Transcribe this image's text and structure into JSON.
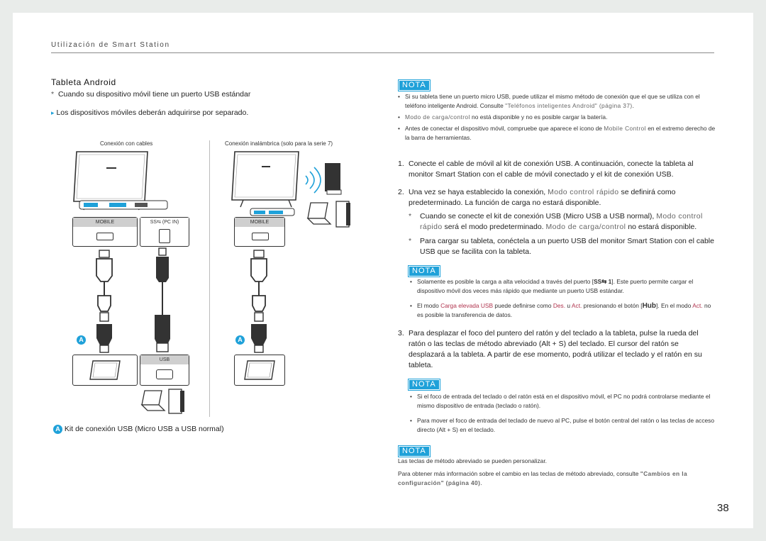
{
  "header": "Utilización de Smart Station",
  "page_number": "38",
  "left": {
    "title": "Tableta Android",
    "note_star": "Cuando su dispositivo móvil tiene un puerto USB estándar",
    "note_arrow": "Los dispositivos móviles deberán adquirirse por separado.",
    "wired_label": "Conexión con cables",
    "wireless_label": "Conexión inalámbrica (solo para la serie 7)",
    "port_mobile": "MOBILE",
    "port_pc_in": "PC IN",
    "port_usb": "USB",
    "badge_letter": "A",
    "legend": "Kit de conexión USB (Micro USB a USB normal)"
  },
  "right": {
    "nota_label": "NOTA",
    "nota1_b1_a": "Si su tableta tiene un puerto micro USB, puede utilizar el mismo método de conexión que el que se utiliza con el teléfono inteligente Android. Consulte ",
    "nota1_b1_ref": "\"Teléfonos inteligentes Android\" (página 37)",
    "nota1_b1_end": ".",
    "nota1_b2_a": "Modo de carga/control",
    "nota1_b2_b": " no está disponible y no es posible cargar la batería.",
    "nota1_b3_a": "Antes de conectar el dispositivo móvil, compruebe que aparece el icono de ",
    "nota1_b3_ref": "Mobile Control",
    "nota1_b3_b": " en el extremo derecho de la barra de herramientas.",
    "step1": "Conecte el cable de móvil al kit de conexión USB. A continuación, conecte la tableta al monitor Smart Station con el cable de móvil conectado y el kit de conexión USB.",
    "step2_a": "Una vez se haya establecido la conexión, ",
    "step2_ref": "Modo control rápido",
    "step2_b": " se definirá como predeterminado. La función de carga no estará disponible.",
    "step2_s1_a": "Cuando se conecte el kit de conexión USB (Micro USB a USB normal), ",
    "step2_s1_ref1": "Modo control rápido",
    "step2_s1_b": " será el modo predeterminado. ",
    "step2_s1_ref2": "Modo de carga/control",
    "step2_s1_c": " no estará disponible.",
    "step2_s2": "Para cargar su tableta, conéctela a un puerto USB del monitor Smart Station con el cable USB que se facilita con la tableta.",
    "nota2_b1_a": "Solamente es posible la carga a alta velocidad a través del puerto [",
    "nota2_b1_icon": "SS⇆ 1",
    "nota2_b1_b": "]. Este puerto permite cargar el dispositivo móvil dos veces más rápido que mediante un puerto USB estándar.",
    "nota2_b2_a": "El modo ",
    "nota2_b2_ref1": "Carga elevada USB",
    "nota2_b2_b": " puede definirse como ",
    "nota2_b2_ref2": "Des.",
    "nota2_b2_c": " u ",
    "nota2_b2_ref3": "Act.",
    "nota2_b2_d": " presionando el botón [",
    "nota2_b2_hub": "Hub",
    "nota2_b2_e": "]. En el modo ",
    "nota2_b2_ref4": "Act.",
    "nota2_b2_f": " no es posible la transferencia de datos.",
    "step3": "Para desplazar el foco del puntero del ratón y del teclado a la tableta, pulse la rueda del ratón o las teclas de método abreviado (Alt + S) del teclado. El cursor del ratón se desplazará a la tableta. A partir de ese momento, podrá utilizar el teclado y el ratón en su tableta.",
    "nota3_b1": "Si el foco de entrada del teclado o del ratón está en el dispositivo móvil, el PC no podrá controlarse mediante el mismo dispositivo de entrada (teclado o ratón).",
    "nota3_b2": "Para mover el foco de entrada del teclado de nuevo al PC, pulse el botón central del ratón o las teclas de acceso directo (Alt + S) en el teclado.",
    "nota4_p1": "Las teclas de método abreviado se pueden personalizar.",
    "nota4_p2_a": "Para obtener más información sobre el cambio en las teclas de método abreviado, consulte ",
    "nota4_p2_ref": "\"Cambios en la configuración\" (página 40)",
    "nota4_p2_end": "."
  },
  "colors": {
    "accent": "#1fa1d9",
    "reference": "#b0344e",
    "background": "#e9ecea"
  }
}
